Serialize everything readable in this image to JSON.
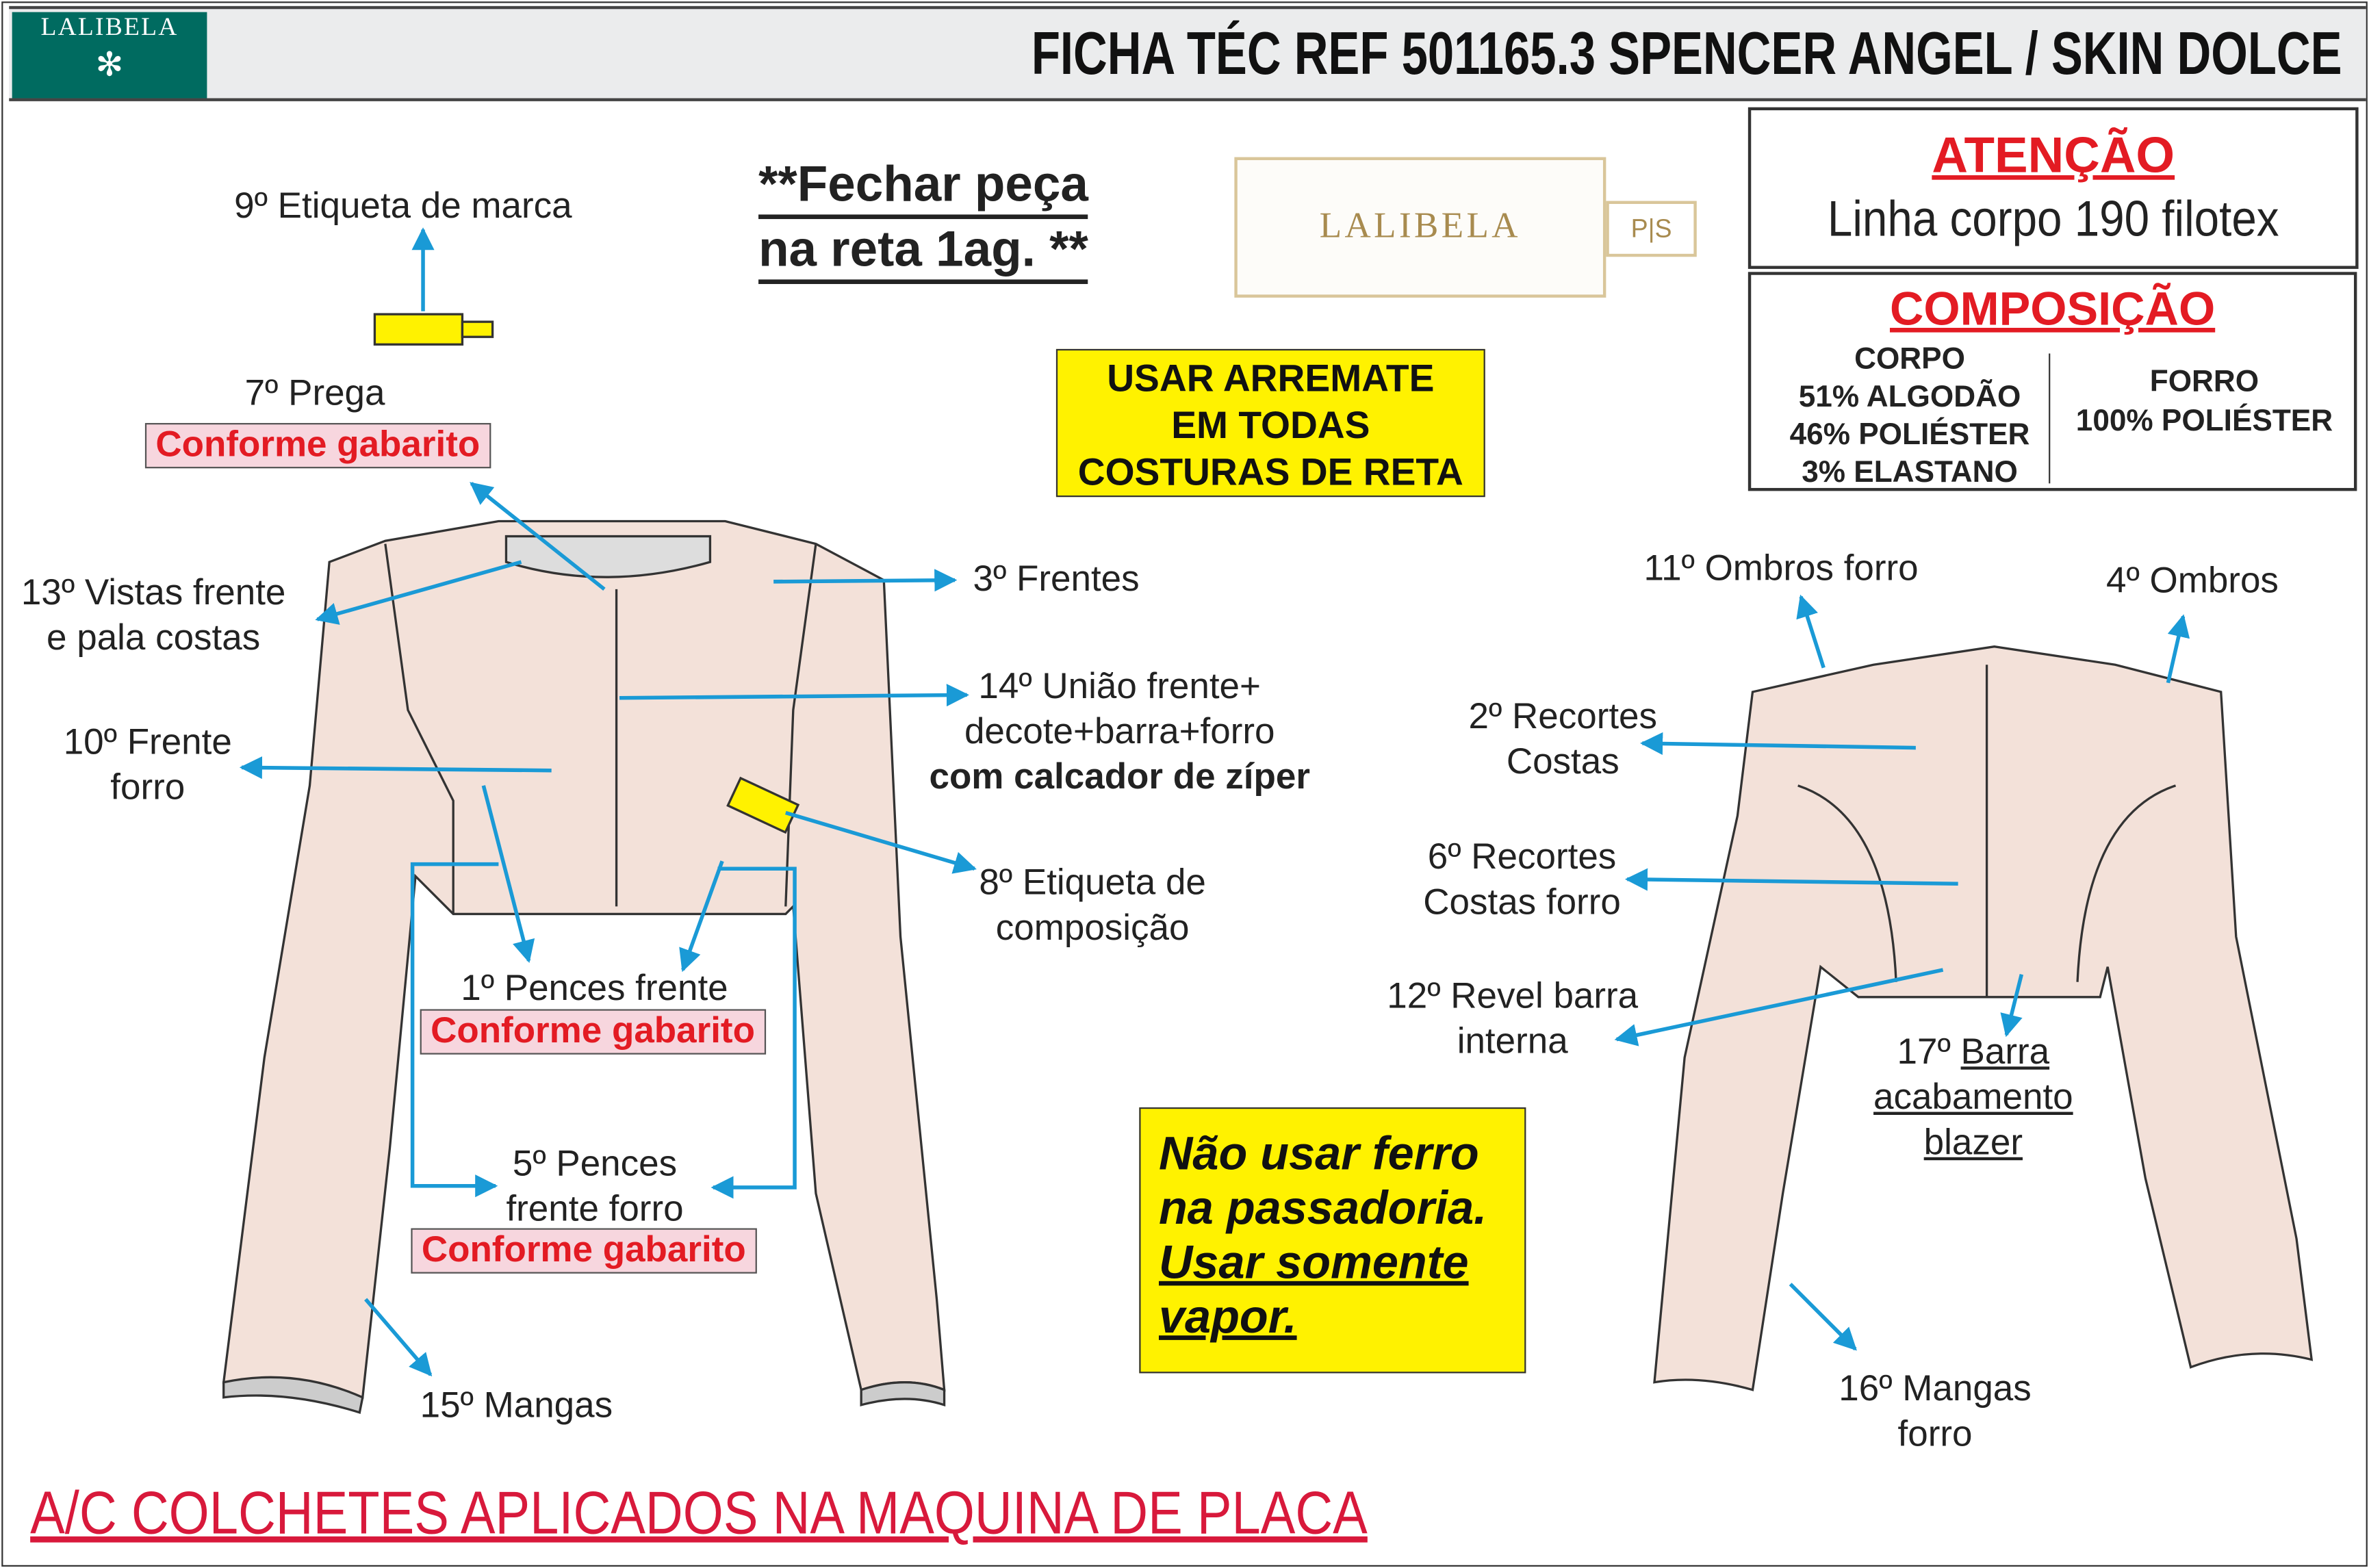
{
  "header": {
    "logo_text": "LALIBELA",
    "title": "FICHA TÉC REF 501165.3 SPENCER ANGEL / SKIN DOLCE"
  },
  "note_close": {
    "line1": "**Fechar peça",
    "line2": "na reta 1ag. **"
  },
  "brand_label": {
    "name": "LALIBELA",
    "size": "P|S"
  },
  "attention": {
    "title": "ATENÇÃO",
    "text": "Linha corpo 190 filotex"
  },
  "composition": {
    "title": "COMPOSIÇÃO",
    "body": [
      "CORPO",
      "51% ALGODÃO",
      "46% POLIÉSTER",
      "3% ELASTANO"
    ],
    "lining": [
      "FORRO",
      "100% POLIÉSTER"
    ]
  },
  "notice_arremate": [
    "USAR ARREMATE",
    "EM TODAS",
    "COSTURAS DE RETA"
  ],
  "notice_iron": [
    "Não usar ferro",
    "na passadoria.",
    "Usar somente ",
    "vapor."
  ],
  "footer_note": "A/C COLCHETES APLICADOS NA MAQUINA DE PLACA",
  "badge": "Conforme gabarito",
  "steps": {
    "s9": "9º Etiqueta de marca",
    "s7": "7º Prega",
    "s13": [
      "13º Vistas frente",
      "e pala costas"
    ],
    "s10": [
      "10º Frente",
      "forro"
    ],
    "s3": "3º Frentes",
    "s14": [
      "14º União frente+",
      "decote+barra+forro",
      "com calcador de zíper"
    ],
    "s8": [
      "8º Etiqueta de",
      "composição"
    ],
    "s1": "1º Pences frente",
    "s5": [
      "5º Pences",
      "frente forro"
    ],
    "s15": "15º Mangas",
    "s11": "11º Ombros forro",
    "s4": "4º Ombros",
    "s2": [
      "2º Recortes",
      "Costas"
    ],
    "s6": [
      "6º Recortes",
      "Costas forro"
    ],
    "s12": [
      "12º Revel barra",
      "interna"
    ],
    "s17": [
      "17º ",
      "Barra",
      "acabamento",
      "blazer"
    ],
    "s16": [
      "16º Mangas",
      "forro"
    ]
  },
  "colors": {
    "accent_arrow": "#1a9ad6",
    "fabric": "#f3e1d9",
    "red": "#e31b23",
    "yellow": "#fff200",
    "teal": "#006b60"
  }
}
